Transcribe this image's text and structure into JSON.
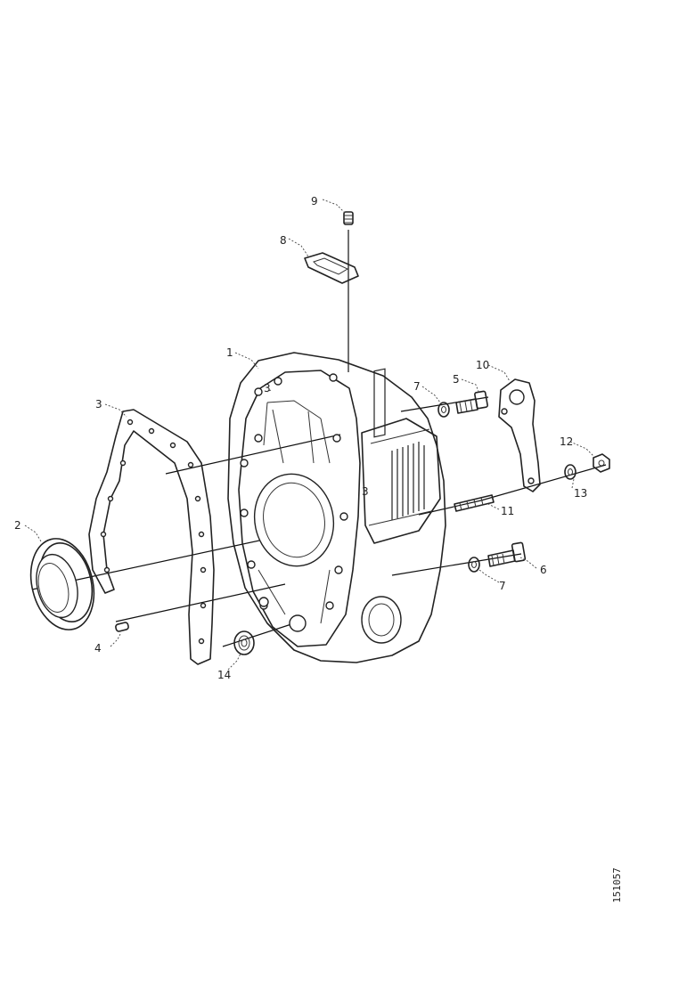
{
  "diagram": {
    "callouts": [
      {
        "id": "c1",
        "label": "1"
      },
      {
        "id": "c2",
        "label": "2"
      },
      {
        "id": "c3a",
        "label": "3"
      },
      {
        "id": "c3b",
        "label": "3"
      },
      {
        "id": "c3c",
        "label": "3"
      },
      {
        "id": "c4",
        "label": "4"
      },
      {
        "id": "c5",
        "label": "5"
      },
      {
        "id": "c6",
        "label": "6"
      },
      {
        "id": "c7a",
        "label": "7"
      },
      {
        "id": "c7b",
        "label": "7"
      },
      {
        "id": "c8",
        "label": "8"
      },
      {
        "id": "c9",
        "label": "9"
      },
      {
        "id": "c10",
        "label": "10"
      },
      {
        "id": "c11",
        "label": "11"
      },
      {
        "id": "c12",
        "label": "12"
      },
      {
        "id": "c13",
        "label": "13"
      },
      {
        "id": "c14",
        "label": "14"
      }
    ],
    "drawing_ref": "151057"
  }
}
